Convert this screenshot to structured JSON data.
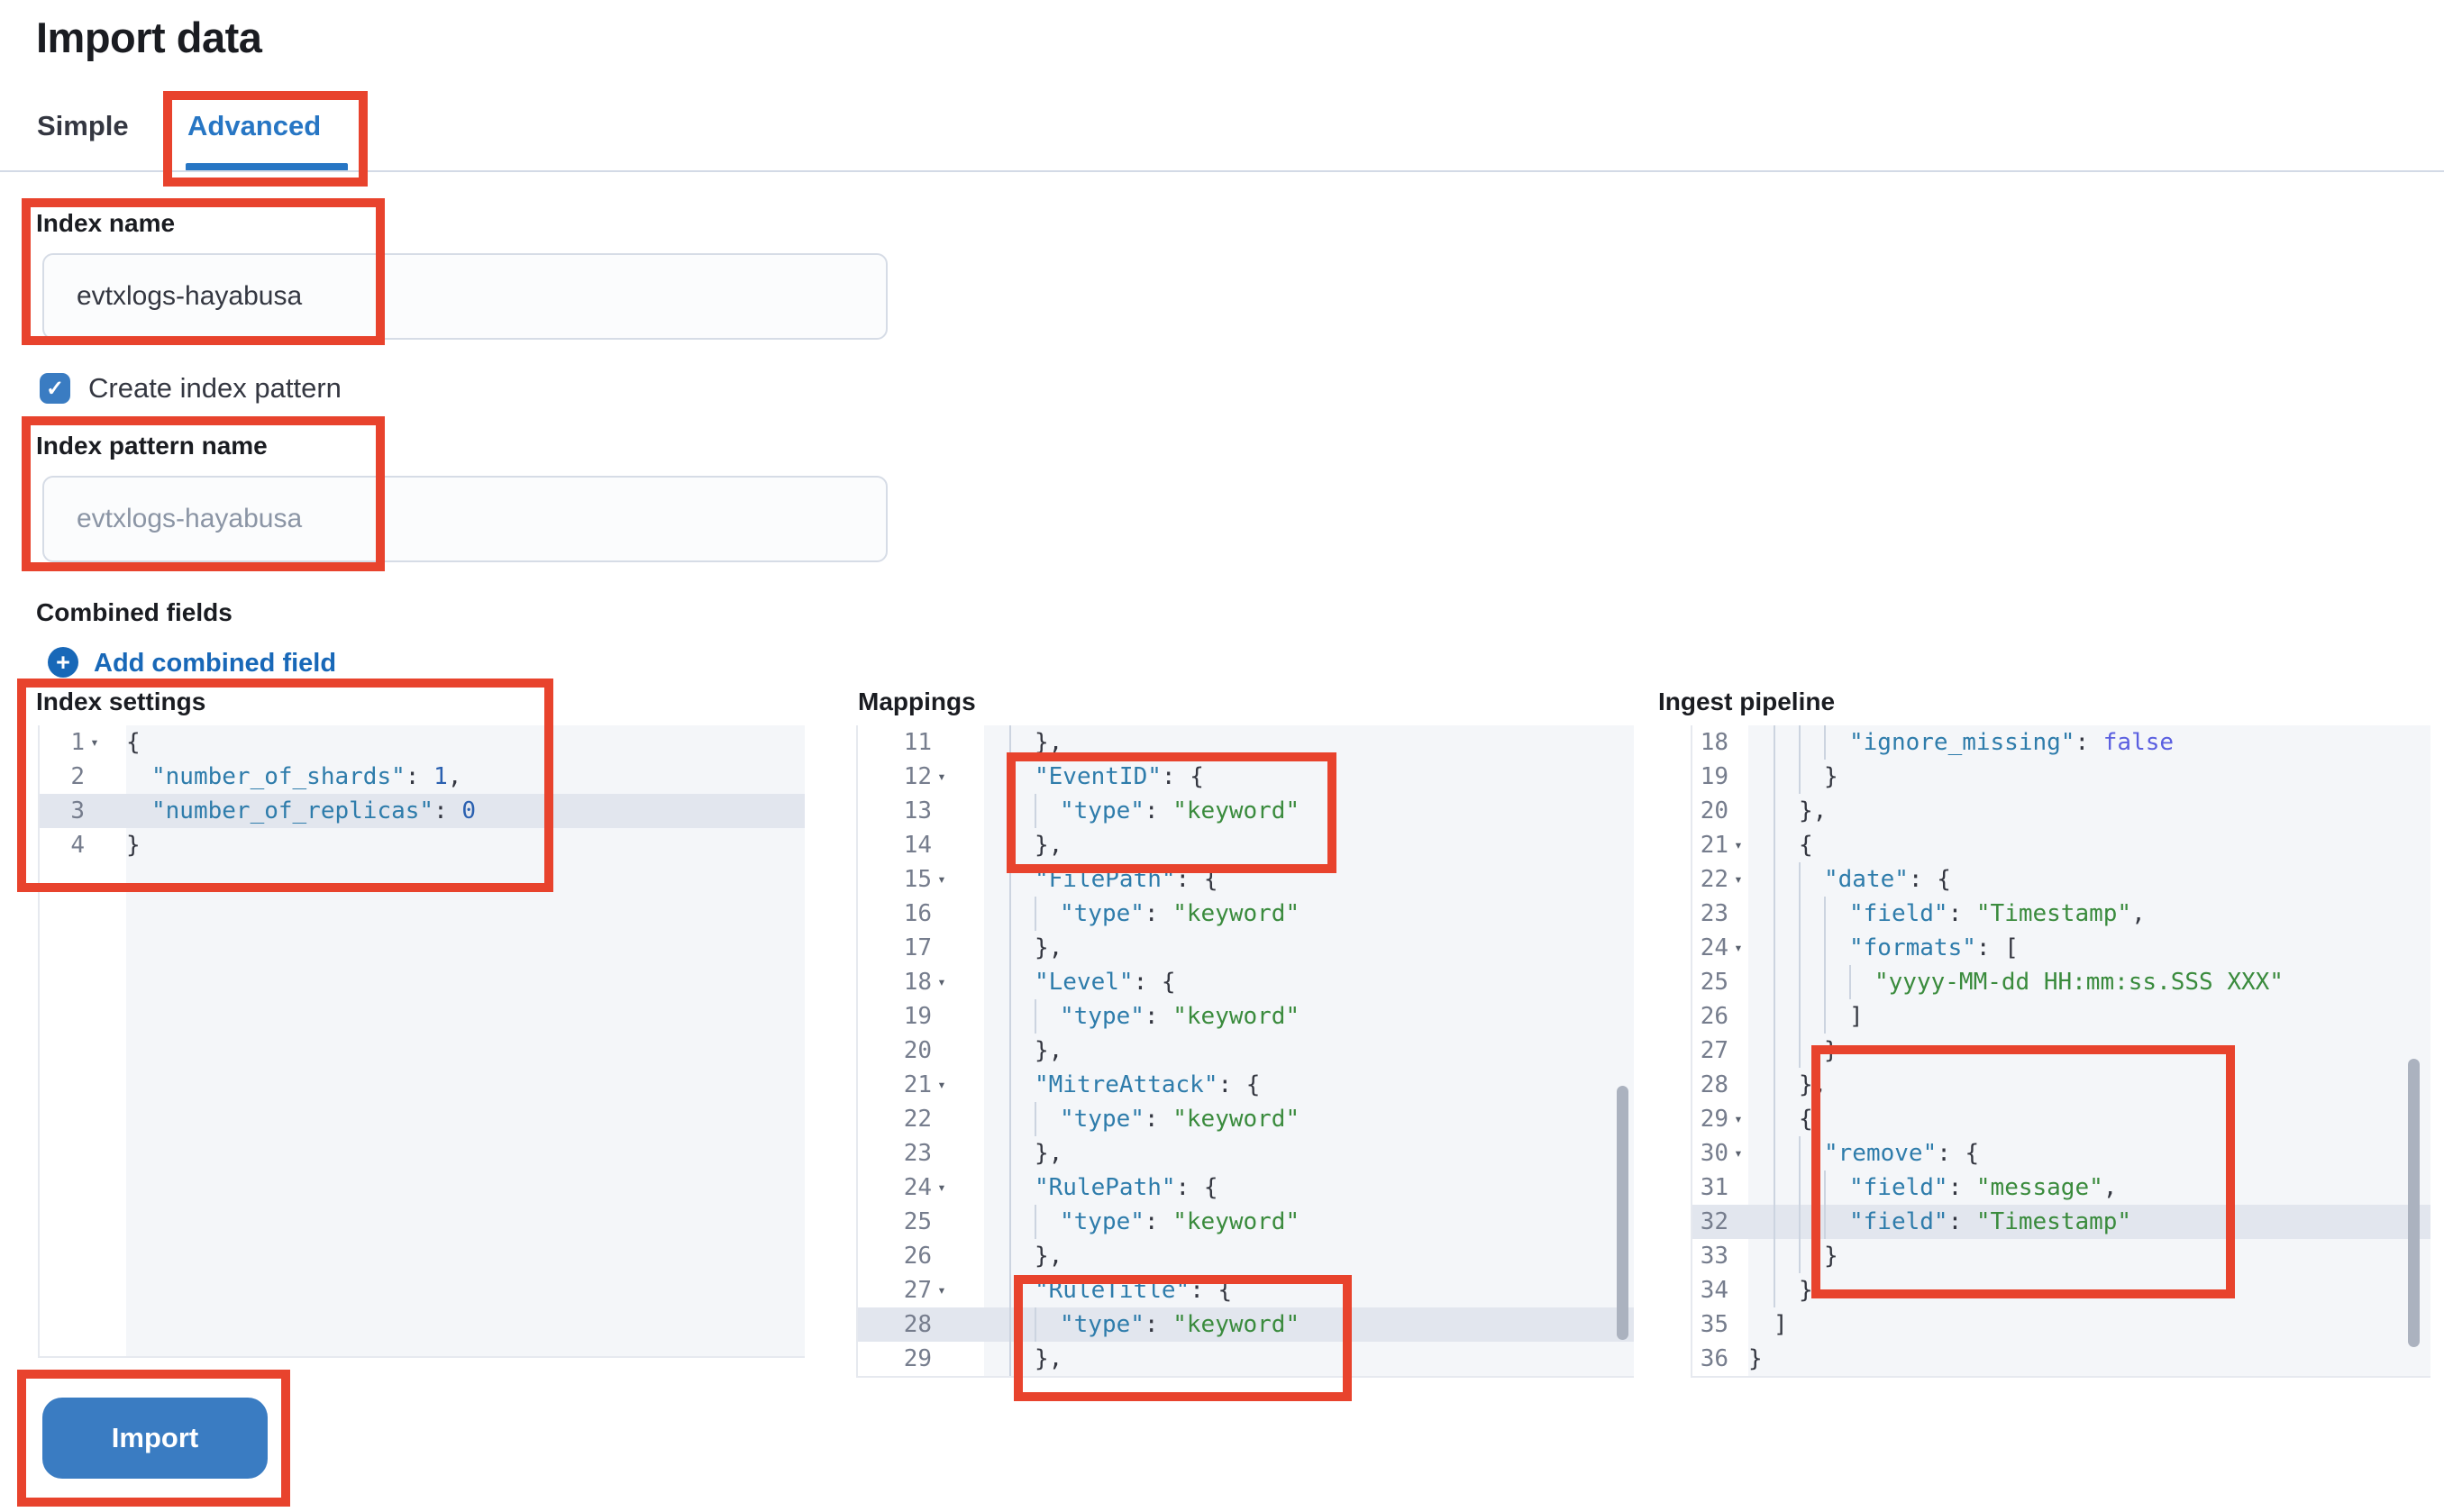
{
  "page": {
    "title": "Import data"
  },
  "tabs": {
    "simple": "Simple",
    "advanced": "Advanced"
  },
  "icons": {
    "plus": "+",
    "check": "✓",
    "fold": "▾"
  },
  "form": {
    "index_name": {
      "label": "Index name",
      "value": "evtxlogs-hayabusa"
    },
    "create_index_pattern": {
      "label": "Create index pattern",
      "checked": true
    },
    "index_pattern_name": {
      "label": "Index pattern name",
      "placeholder": "evtxlogs-hayabusa"
    },
    "combined_fields": {
      "label": "Combined fields",
      "add_link": "Add combined field"
    }
  },
  "import_button": {
    "label": "Import"
  },
  "colors": {
    "accent": "#3a7cc2",
    "link": "#1868b8",
    "tabActive": "#2776c4",
    "annotation": "#e8432d",
    "codeKey": "#2e7cab",
    "codeStr": "#3a8b3d",
    "codeBool": "#5a5fe0",
    "codeNum": "#2a60b0",
    "editorBg": "#f4f6f9",
    "rowHl": "#e2e6ee",
    "gutterNum": "#767d8d",
    "punct": "#343741"
  },
  "editors": [
    {
      "id": "index-settings",
      "label": "Index settings",
      "lines": [
        {
          "n": 1,
          "fold": true,
          "d": 0,
          "hl": false,
          "toks": [
            [
              "p",
              "{"
            ]
          ]
        },
        {
          "n": 2,
          "fold": false,
          "d": 1,
          "hl": false,
          "toks": [
            [
              "k",
              "\"number_of_shards\""
            ],
            [
              "p",
              ": "
            ],
            [
              "n",
              "1"
            ],
            [
              "p",
              ","
            ]
          ]
        },
        {
          "n": 3,
          "fold": false,
          "d": 1,
          "hl": true,
          "toks": [
            [
              "k",
              "\"number_of_replicas\""
            ],
            [
              "p",
              ": "
            ],
            [
              "n",
              "0"
            ]
          ]
        },
        {
          "n": 4,
          "fold": false,
          "d": 0,
          "hl": false,
          "toks": [
            [
              "p",
              "}"
            ]
          ]
        }
      ]
    },
    {
      "id": "mappings",
      "label": "Mappings",
      "lines": [
        {
          "n": 11,
          "fold": false,
          "d": 2,
          "hl": false,
          "toks": [
            [
              "p",
              "},"
            ]
          ]
        },
        {
          "n": 12,
          "fold": true,
          "d": 2,
          "hl": false,
          "toks": [
            [
              "k",
              "\"EventID\""
            ],
            [
              "p",
              ": {"
            ]
          ]
        },
        {
          "n": 13,
          "fold": false,
          "d": 3,
          "hl": false,
          "toks": [
            [
              "k",
              "\"type\""
            ],
            [
              "p",
              ": "
            ],
            [
              "s",
              "\"keyword\""
            ]
          ]
        },
        {
          "n": 14,
          "fold": false,
          "d": 2,
          "hl": false,
          "toks": [
            [
              "p",
              "},"
            ]
          ]
        },
        {
          "n": 15,
          "fold": true,
          "d": 2,
          "hl": false,
          "toks": [
            [
              "k",
              "\"FilePath\""
            ],
            [
              "p",
              ": {"
            ]
          ]
        },
        {
          "n": 16,
          "fold": false,
          "d": 3,
          "hl": false,
          "toks": [
            [
              "k",
              "\"type\""
            ],
            [
              "p",
              ": "
            ],
            [
              "s",
              "\"keyword\""
            ]
          ]
        },
        {
          "n": 17,
          "fold": false,
          "d": 2,
          "hl": false,
          "toks": [
            [
              "p",
              "},"
            ]
          ]
        },
        {
          "n": 18,
          "fold": true,
          "d": 2,
          "hl": false,
          "toks": [
            [
              "k",
              "\"Level\""
            ],
            [
              "p",
              ": {"
            ]
          ]
        },
        {
          "n": 19,
          "fold": false,
          "d": 3,
          "hl": false,
          "toks": [
            [
              "k",
              "\"type\""
            ],
            [
              "p",
              ": "
            ],
            [
              "s",
              "\"keyword\""
            ]
          ]
        },
        {
          "n": 20,
          "fold": false,
          "d": 2,
          "hl": false,
          "toks": [
            [
              "p",
              "},"
            ]
          ]
        },
        {
          "n": 21,
          "fold": true,
          "d": 2,
          "hl": false,
          "toks": [
            [
              "k",
              "\"MitreAttack\""
            ],
            [
              "p",
              ": {"
            ]
          ]
        },
        {
          "n": 22,
          "fold": false,
          "d": 3,
          "hl": false,
          "toks": [
            [
              "k",
              "\"type\""
            ],
            [
              "p",
              ": "
            ],
            [
              "s",
              "\"keyword\""
            ]
          ]
        },
        {
          "n": 23,
          "fold": false,
          "d": 2,
          "hl": false,
          "toks": [
            [
              "p",
              "},"
            ]
          ]
        },
        {
          "n": 24,
          "fold": true,
          "d": 2,
          "hl": false,
          "toks": [
            [
              "k",
              "\"RulePath\""
            ],
            [
              "p",
              ": {"
            ]
          ]
        },
        {
          "n": 25,
          "fold": false,
          "d": 3,
          "hl": false,
          "toks": [
            [
              "k",
              "\"type\""
            ],
            [
              "p",
              ": "
            ],
            [
              "s",
              "\"keyword\""
            ]
          ]
        },
        {
          "n": 26,
          "fold": false,
          "d": 2,
          "hl": false,
          "toks": [
            [
              "p",
              "},"
            ]
          ]
        },
        {
          "n": 27,
          "fold": true,
          "d": 2,
          "hl": false,
          "toks": [
            [
              "k",
              "\"RuleTitle\""
            ],
            [
              "p",
              ": {"
            ]
          ]
        },
        {
          "n": 28,
          "fold": false,
          "d": 3,
          "hl": true,
          "toks": [
            [
              "k",
              "\"type\""
            ],
            [
              "p",
              ": "
            ],
            [
              "s",
              "\"keyword\""
            ]
          ]
        },
        {
          "n": 29,
          "fold": false,
          "d": 2,
          "hl": false,
          "toks": [
            [
              "p",
              "},"
            ]
          ]
        }
      ]
    },
    {
      "id": "ingest-pipeline",
      "label": "Ingest pipeline",
      "lines": [
        {
          "n": 18,
          "fold": false,
          "d": 4,
          "hl": false,
          "toks": [
            [
              "k",
              "\"ignore_missing\""
            ],
            [
              "p",
              ": "
            ],
            [
              "b",
              "false"
            ]
          ]
        },
        {
          "n": 19,
          "fold": false,
          "d": 3,
          "hl": false,
          "toks": [
            [
              "p",
              "}"
            ]
          ]
        },
        {
          "n": 20,
          "fold": false,
          "d": 2,
          "hl": false,
          "toks": [
            [
              "p",
              "},"
            ]
          ]
        },
        {
          "n": 21,
          "fold": true,
          "d": 2,
          "hl": false,
          "toks": [
            [
              "p",
              "{"
            ]
          ]
        },
        {
          "n": 22,
          "fold": true,
          "d": 3,
          "hl": false,
          "toks": [
            [
              "k",
              "\"date\""
            ],
            [
              "p",
              ": {"
            ]
          ]
        },
        {
          "n": 23,
          "fold": false,
          "d": 4,
          "hl": false,
          "toks": [
            [
              "k",
              "\"field\""
            ],
            [
              "p",
              ": "
            ],
            [
              "s",
              "\"Timestamp\""
            ],
            [
              "p",
              ","
            ]
          ]
        },
        {
          "n": 24,
          "fold": true,
          "d": 4,
          "hl": false,
          "toks": [
            [
              "k",
              "\"formats\""
            ],
            [
              "p",
              ": ["
            ]
          ]
        },
        {
          "n": 25,
          "fold": false,
          "d": 5,
          "hl": false,
          "toks": [
            [
              "s",
              "\"yyyy-MM-dd HH:mm:ss.SSS XXX\""
            ]
          ]
        },
        {
          "n": 26,
          "fold": false,
          "d": 4,
          "hl": false,
          "toks": [
            [
              "p",
              "]"
            ]
          ]
        },
        {
          "n": 27,
          "fold": false,
          "d": 3,
          "hl": false,
          "toks": [
            [
              "p",
              "}"
            ]
          ]
        },
        {
          "n": 28,
          "fold": false,
          "d": 2,
          "hl": false,
          "toks": [
            [
              "p",
              "},"
            ]
          ]
        },
        {
          "n": 29,
          "fold": true,
          "d": 2,
          "hl": false,
          "toks": [
            [
              "p",
              "{"
            ]
          ]
        },
        {
          "n": 30,
          "fold": true,
          "d": 3,
          "hl": false,
          "toks": [
            [
              "k",
              "\"remove\""
            ],
            [
              "p",
              ": {"
            ]
          ]
        },
        {
          "n": 31,
          "fold": false,
          "d": 4,
          "hl": false,
          "toks": [
            [
              "k",
              "\"field\""
            ],
            [
              "p",
              ": "
            ],
            [
              "s",
              "\"message\""
            ],
            [
              "p",
              ","
            ]
          ]
        },
        {
          "n": 32,
          "fold": false,
          "d": 4,
          "hl": true,
          "toks": [
            [
              "k",
              "\"field\""
            ],
            [
              "p",
              ": "
            ],
            [
              "s",
              "\"Timestamp\""
            ]
          ]
        },
        {
          "n": 33,
          "fold": false,
          "d": 3,
          "hl": false,
          "toks": [
            [
              "p",
              "}"
            ]
          ]
        },
        {
          "n": 34,
          "fold": false,
          "d": 2,
          "hl": false,
          "toks": [
            [
              "p",
              "}"
            ]
          ]
        },
        {
          "n": 35,
          "fold": false,
          "d": 1,
          "hl": false,
          "toks": [
            [
              "p",
              "]"
            ]
          ]
        },
        {
          "n": 36,
          "fold": false,
          "d": 0,
          "hl": false,
          "toks": [
            [
              "p",
              "}"
            ]
          ]
        }
      ]
    }
  ],
  "annotations": {
    "color": "#e8432d",
    "boxes": [
      "advanced-tab",
      "index-name-field",
      "index-pattern-name-field",
      "index-settings-editor",
      "mappings-eventid-block",
      "mappings-ruletitle-block",
      "ingest-remove-block",
      "import-button"
    ]
  }
}
